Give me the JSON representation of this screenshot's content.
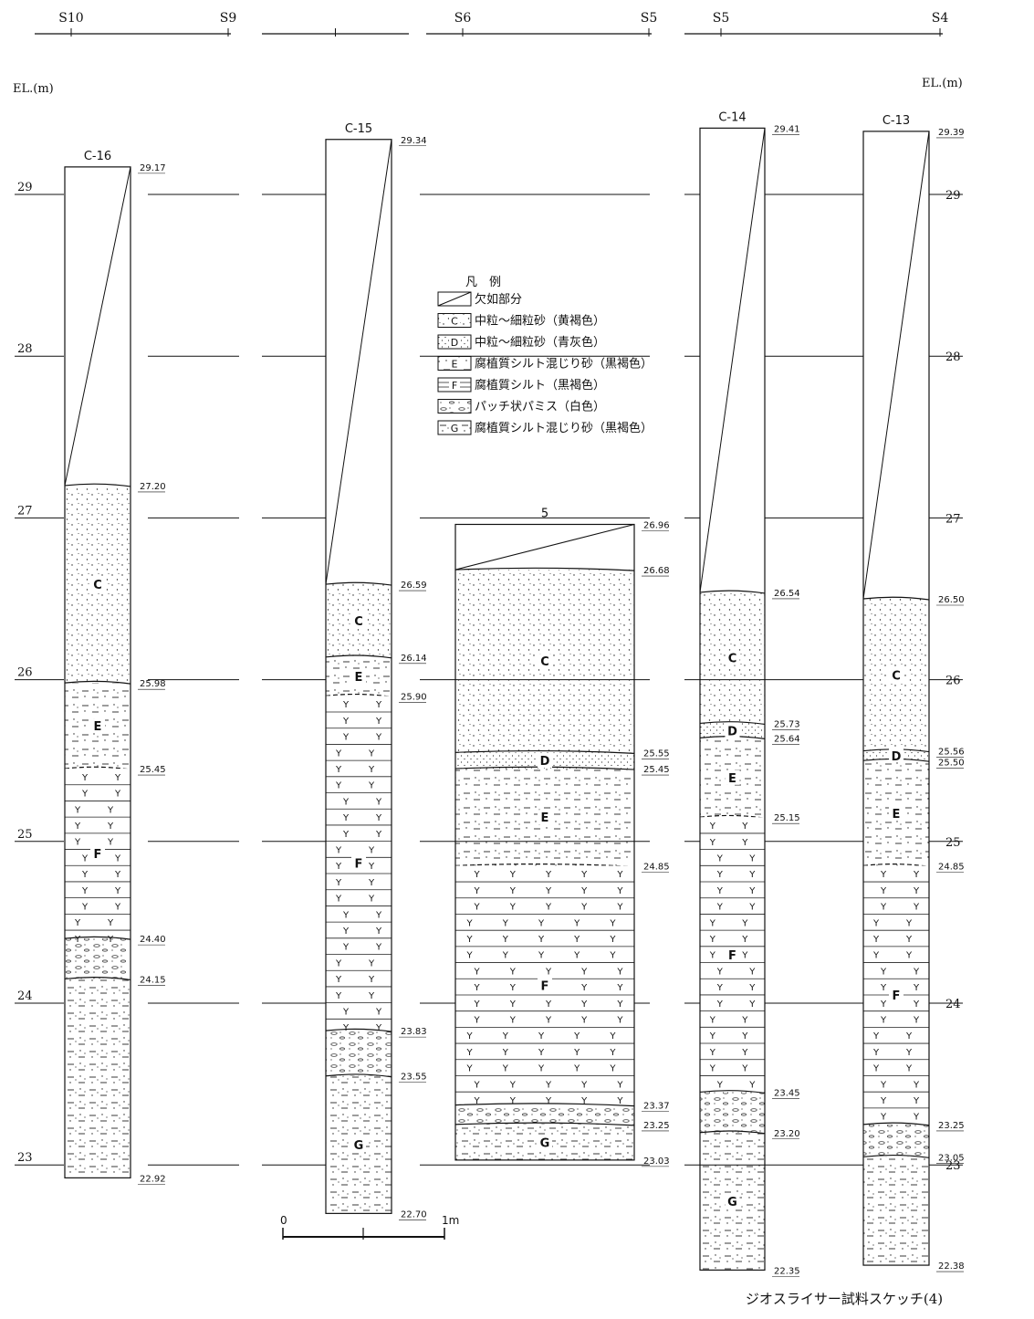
{
  "elevation_unit_label_left": "EL.(m)",
  "elevation_unit_label_right": "EL.(m)",
  "elevation_ticks": [
    "29",
    "28",
    "27",
    "26",
    "25",
    "24",
    "23"
  ],
  "section_lines": [
    {
      "start_label": "S10",
      "end_label": "S9"
    },
    {
      "start_label": "",
      "end_label": ""
    },
    {
      "start_label": "S6",
      "end_label": "S5"
    },
    {
      "start_label": "S5",
      "end_label": "S4"
    }
  ],
  "legend": {
    "title": "凡　例",
    "items": [
      {
        "code": "",
        "label": "欠如部分"
      },
      {
        "code": "C",
        "label": "中粒～細粒砂（黄褐色）"
      },
      {
        "code": "D",
        "label": "中粒～細粒砂（青灰色）"
      },
      {
        "code": "E",
        "label": "腐植質シルト混じり砂（黒褐色）"
      },
      {
        "code": "F",
        "label": "腐植質シルト（黒褐色）"
      },
      {
        "code": "",
        "label": "パッチ状パミス（白色）"
      },
      {
        "code": "G",
        "label": "腐植質シルト混じり砂（黒褐色）"
      }
    ]
  },
  "columns": [
    {
      "name": "C-16",
      "top": 29.17,
      "bottom": 22.92,
      "boundaries": [
        "29.17",
        "27.20",
        "25.98",
        "25.45",
        "24.40",
        "24.15",
        "22.92"
      ],
      "layers": [
        {
          "code": "",
          "type": "missing",
          "from": 29.17,
          "to": 27.2
        },
        {
          "code": "C",
          "type": "C",
          "from": 27.2,
          "to": 25.98
        },
        {
          "code": "E",
          "type": "E",
          "from": 25.98,
          "to": 25.45
        },
        {
          "code": "F",
          "type": "F",
          "from": 25.45,
          "to": 24.4
        },
        {
          "code": "",
          "type": "pumice",
          "from": 24.4,
          "to": 24.15
        },
        {
          "code": "",
          "type": "G",
          "from": 24.15,
          "to": 22.92
        }
      ]
    },
    {
      "name": "C-15",
      "top": 29.34,
      "bottom": 22.7,
      "boundaries": [
        "29.34",
        "26.59",
        "26.14",
        "25.90",
        "23.83",
        "23.55",
        "22.70"
      ],
      "layers": [
        {
          "code": "",
          "type": "missing",
          "from": 29.34,
          "to": 26.59
        },
        {
          "code": "C",
          "type": "C",
          "from": 26.59,
          "to": 26.14
        },
        {
          "code": "E",
          "type": "E",
          "from": 26.14,
          "to": 25.9
        },
        {
          "code": "F",
          "type": "F",
          "from": 25.9,
          "to": 23.83
        },
        {
          "code": "",
          "type": "pumice",
          "from": 23.83,
          "to": 23.55
        },
        {
          "code": "G",
          "type": "G",
          "from": 23.55,
          "to": 22.7
        }
      ]
    },
    {
      "name": "5",
      "top": 26.96,
      "bottom": 23.03,
      "boundaries": [
        "26.96",
        "26.68",
        "25.55",
        "25.45",
        "24.85",
        "23.37",
        "23.25",
        "23.03"
      ],
      "layers": [
        {
          "code": "",
          "type": "missing",
          "from": 26.96,
          "to": 26.68
        },
        {
          "code": "C",
          "type": "C",
          "from": 26.68,
          "to": 25.55
        },
        {
          "code": "D",
          "type": "D",
          "from": 25.55,
          "to": 25.45
        },
        {
          "code": "E",
          "type": "E",
          "from": 25.45,
          "to": 24.85
        },
        {
          "code": "F",
          "type": "F",
          "from": 24.85,
          "to": 23.37
        },
        {
          "code": "",
          "type": "pumice",
          "from": 23.37,
          "to": 23.25
        },
        {
          "code": "G",
          "type": "G",
          "from": 23.25,
          "to": 23.03
        }
      ]
    },
    {
      "name": "C-14",
      "top": 29.41,
      "bottom": 22.35,
      "boundaries": [
        "29.41",
        "26.54",
        "25.73",
        "25.64",
        "25.15",
        "23.45",
        "23.20",
        "22.35"
      ],
      "layers": [
        {
          "code": "",
          "type": "missing",
          "from": 29.41,
          "to": 26.54
        },
        {
          "code": "C",
          "type": "C",
          "from": 26.54,
          "to": 25.73
        },
        {
          "code": "D",
          "type": "D",
          "from": 25.73,
          "to": 25.64
        },
        {
          "code": "E",
          "type": "E",
          "from": 25.64,
          "to": 25.15
        },
        {
          "code": "F",
          "type": "F",
          "from": 25.15,
          "to": 23.45
        },
        {
          "code": "",
          "type": "pumice",
          "from": 23.45,
          "to": 23.2
        },
        {
          "code": "G",
          "type": "G",
          "from": 23.2,
          "to": 22.35
        }
      ]
    },
    {
      "name": "C-13",
      "top": 29.39,
      "bottom": 22.38,
      "boundaries": [
        "29.39",
        "26.50",
        "25.56",
        "25.50",
        "24.85",
        "23.25",
        "23.05",
        "22.38"
      ],
      "layers": [
        {
          "code": "",
          "type": "missing",
          "from": 29.39,
          "to": 26.5
        },
        {
          "code": "C",
          "type": "C",
          "from": 26.5,
          "to": 25.56
        },
        {
          "code": "D",
          "type": "D",
          "from": 25.56,
          "to": 25.5
        },
        {
          "code": "E",
          "type": "E",
          "from": 25.5,
          "to": 24.85
        },
        {
          "code": "F",
          "type": "F",
          "from": 24.85,
          "to": 23.25
        },
        {
          "code": "",
          "type": "pumice",
          "from": 23.25,
          "to": 23.05
        },
        {
          "code": "",
          "type": "G",
          "from": 23.05,
          "to": 22.38
        }
      ]
    }
  ],
  "scale_bar": {
    "start_label": "0",
    "end_label": "1m"
  },
  "caption": "ジオスライサー試料スケッチ(4)"
}
